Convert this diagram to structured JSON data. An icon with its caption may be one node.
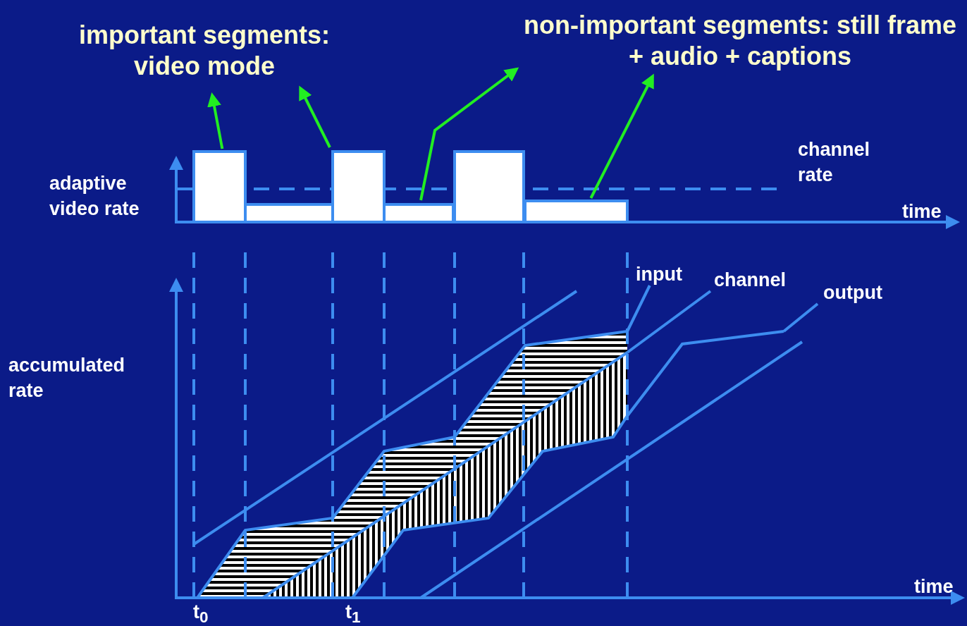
{
  "diagram": {
    "nodes": [
      {
        "text": [
          "important segments: video mode"
        ]
      },
      {
        "text": [
          "non-important segments: still frame + audio + captions"
        ]
      },
      {
        "text": [],
        "shape": "bar"
      },
      {
        "text": [],
        "shape": "bar"
      },
      {
        "text": [],
        "shape": "bar"
      },
      {
        "text": [],
        "shape": "bar"
      },
      {
        "text": [],
        "shape": "bar"
      },
      {
        "text": [],
        "shape": "bar"
      },
      {
        "text": [
          "input"
        ]
      },
      {
        "text": [
          "channel"
        ]
      },
      {
        "text": [
          "output"
        ]
      }
    ],
    "edges": [
      {
        "from": 2,
        "to": 0,
        "arrow": "to"
      },
      {
        "from": 4,
        "to": 0,
        "arrow": "to"
      },
      {
        "from": 5,
        "to": 1,
        "arrow": "to"
      },
      {
        "from": 7,
        "to": 1,
        "arrow": "to"
      },
      {
        "from": 8,
        "to": null,
        "arrow": "none",
        "color": "#3d8df0"
      },
      {
        "from": 9,
        "to": null,
        "arrow": "none",
        "color": "#3d8df0"
      },
      {
        "from": 10,
        "to": null,
        "arrow": "none",
        "color": "#3d8df0"
      }
    ],
    "labels": [
      "channel rate",
      "adaptive video rate",
      "time",
      "accumulated rate",
      "time",
      "t$_{0}$",
      "t$_{1}$"
    ]
  }
}
